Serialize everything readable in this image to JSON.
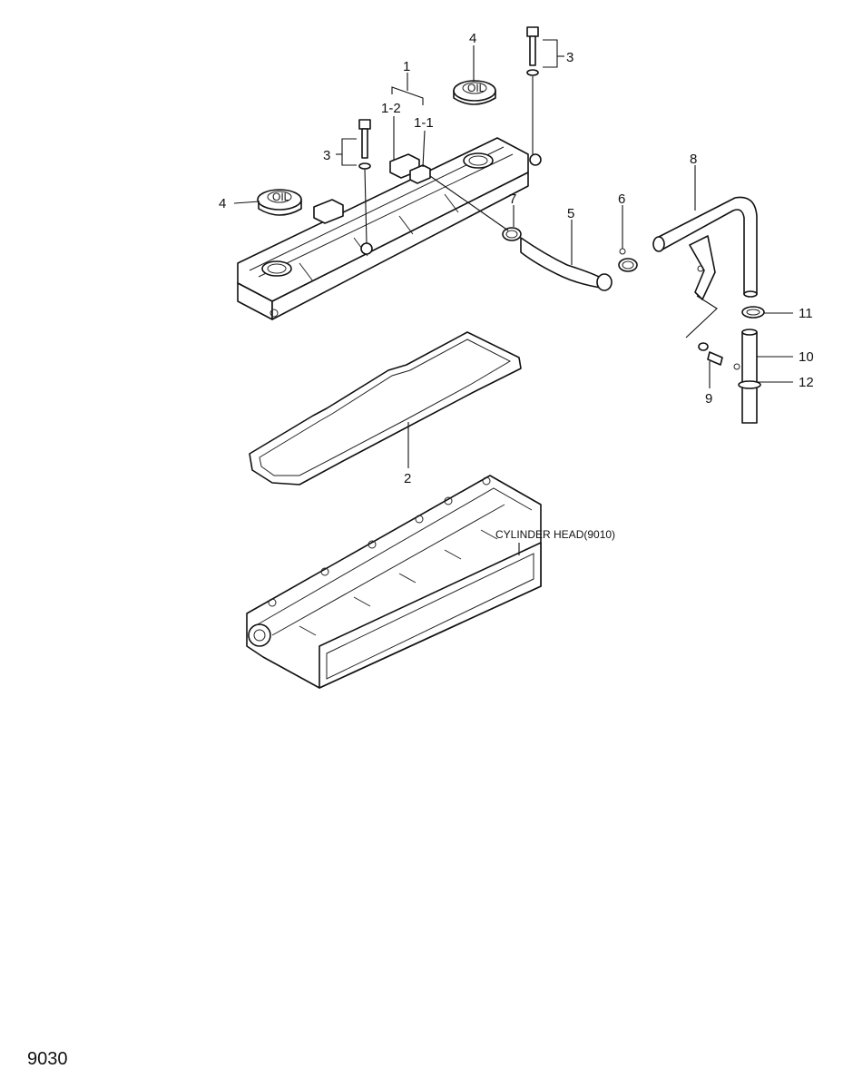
{
  "callouts": {
    "c1": "1",
    "c1_1": "1-1",
    "c1_2": "1-2",
    "c2": "2",
    "c3_top": "3",
    "c3_left": "3",
    "c4_top": "4",
    "c4_left": "4",
    "c5": "5",
    "c6": "6",
    "c7": "7",
    "c8": "8",
    "c9": "9",
    "c10": "10",
    "c11": "11",
    "c12": "12"
  },
  "cap_label": "OIL",
  "reference_note": "CYLINDER HEAD(9010)",
  "page_number": "9030"
}
